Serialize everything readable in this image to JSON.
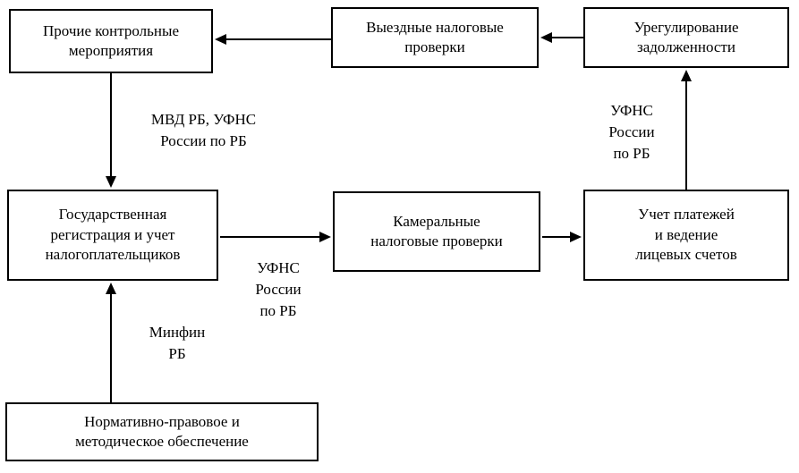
{
  "colors": {
    "background": "#ffffff",
    "border": "#000000",
    "text": "#000000",
    "arrow": "#000000"
  },
  "nodes": {
    "prochie": {
      "label": "Прочие контрольные\nмероприятия"
    },
    "vyezdnye": {
      "label": "Выездные налоговые\nпроверки"
    },
    "uregulirovanie": {
      "label": "Урегулирование\nзадолженности"
    },
    "gosregistracia": {
      "label": "Государственная\nрегистрация и учет\nналогоплательщиков"
    },
    "kameralnye": {
      "label": "Камеральные\nналоговые проверки"
    },
    "uchet_platezhey": {
      "label": "Учет платежей\nи ведение\nлицевых счетов"
    },
    "normativnoe": {
      "label": "Нормативно-правовое и\nметодическое обеспечение"
    }
  },
  "edge_labels": {
    "mvd_ufns": "МВД РБ, УФНС\nРоссии по РБ",
    "ufns_right": "УФНС\nРоссии\nпо РБ",
    "ufns_center": "УФНС\nРоссии\nпо РБ",
    "minfin": "Минфин\nРБ"
  }
}
